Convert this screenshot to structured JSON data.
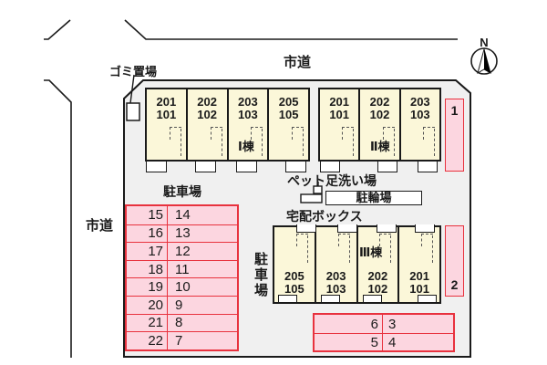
{
  "roads": {
    "top_label": "市道",
    "left_label": "市道"
  },
  "compass": {
    "north_label": "N"
  },
  "facilities": {
    "garbage": "ゴミ置場",
    "parking_lot_left": "駐車場",
    "parking_lot_side_vertical": "駐車場",
    "pet_wash": "ペット足洗い場",
    "bicycle_parking": "駐輪場",
    "delivery_box": "宅配ボックス"
  },
  "buildings": [
    {
      "name": "Ⅰ棟",
      "units": [
        {
          "u": "201",
          "l": "101"
        },
        {
          "u": "202",
          "l": "102"
        },
        {
          "u": "203",
          "l": "103"
        },
        {
          "u": "205",
          "l": "105"
        }
      ]
    },
    {
      "name": "Ⅱ棟",
      "units": [
        {
          "u": "201",
          "l": "101"
        },
        {
          "u": "202",
          "l": "102"
        },
        {
          "u": "203",
          "l": "103"
        }
      ]
    },
    {
      "name": "Ⅲ棟",
      "units": [
        {
          "u": "205",
          "l": "105"
        },
        {
          "u": "203",
          "l": "103"
        },
        {
          "u": "202",
          "l": "102"
        },
        {
          "u": "201",
          "l": "101"
        }
      ]
    }
  ],
  "parking": {
    "space1": "1",
    "space2": "2",
    "left_table": [
      [
        "15",
        "14"
      ],
      [
        "16",
        "13"
      ],
      [
        "17",
        "12"
      ],
      [
        "18",
        "11"
      ],
      [
        "19",
        "10"
      ],
      [
        "20",
        "9"
      ],
      [
        "21",
        "8"
      ],
      [
        "22",
        "7"
      ]
    ],
    "bottom_table": [
      [
        "6",
        "3"
      ],
      [
        "5",
        "4"
      ]
    ]
  },
  "colors": {
    "building_fill": "#fbf7d9",
    "site_fill": "#f0f0f0",
    "parking_pink": "#fcd6e0",
    "parking_red": "#e8323e",
    "line_black": "#1a1a1a"
  }
}
